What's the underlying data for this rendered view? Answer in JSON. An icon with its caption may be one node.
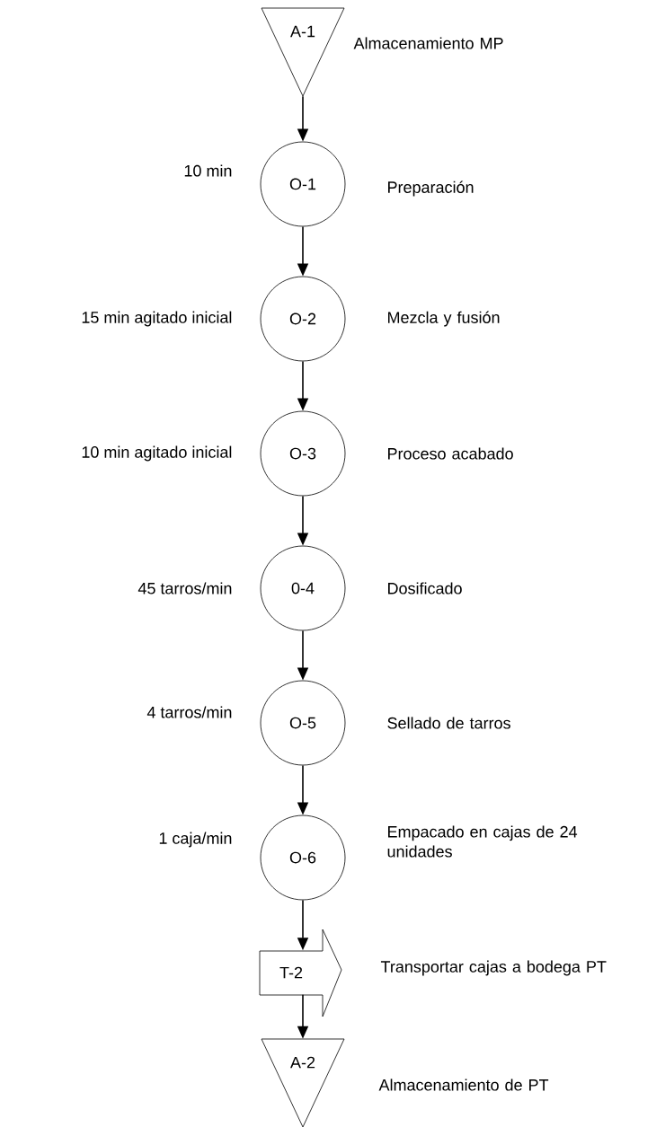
{
  "diagram": {
    "nodes": [
      {
        "text": [
          "A-1"
        ],
        "beside": [
          "Almacenamiento MP"
        ]
      },
      {
        "text": [
          "O-1"
        ],
        "beside": [
          "10 min",
          "Preparación"
        ]
      },
      {
        "text": [
          "O-2"
        ],
        "beside": [
          "15 min agitado inicial",
          "Mezcla y fusión"
        ]
      },
      {
        "text": [
          "O-3"
        ],
        "beside": [
          "10 min agitado inicial",
          "Proceso acabado"
        ]
      },
      {
        "text": [
          "0-4"
        ],
        "beside": [
          "45 tarros/min",
          "Dosificado"
        ]
      },
      {
        "text": [
          "O-5"
        ],
        "beside": [
          "4 tarros/min",
          "Sellado de tarros"
        ]
      },
      {
        "text": [
          "O-6"
        ],
        "beside": [
          "1 caja/min",
          "Empacado en cajas de 24 unidades"
        ]
      },
      {
        "text": [
          "T-2"
        ],
        "beside": [
          "Transportar cajas a bodega PT"
        ]
      },
      {
        "text": [
          "A-2"
        ],
        "beside": [
          "Almacenamiento de PT"
        ]
      }
    ],
    "edges": [
      {
        "from": 0,
        "to": 1,
        "arrow": "to"
      },
      {
        "from": 1,
        "to": 2,
        "arrow": "to"
      },
      {
        "from": 2,
        "to": 3,
        "arrow": "to"
      },
      {
        "from": 3,
        "to": 4,
        "arrow": "to"
      },
      {
        "from": 4,
        "to": 5,
        "arrow": "to"
      },
      {
        "from": 5,
        "to": 6,
        "arrow": "to"
      },
      {
        "from": 6,
        "to": 7,
        "arrow": "to"
      },
      {
        "from": 7,
        "to": 8,
        "arrow": "to"
      }
    ]
  }
}
